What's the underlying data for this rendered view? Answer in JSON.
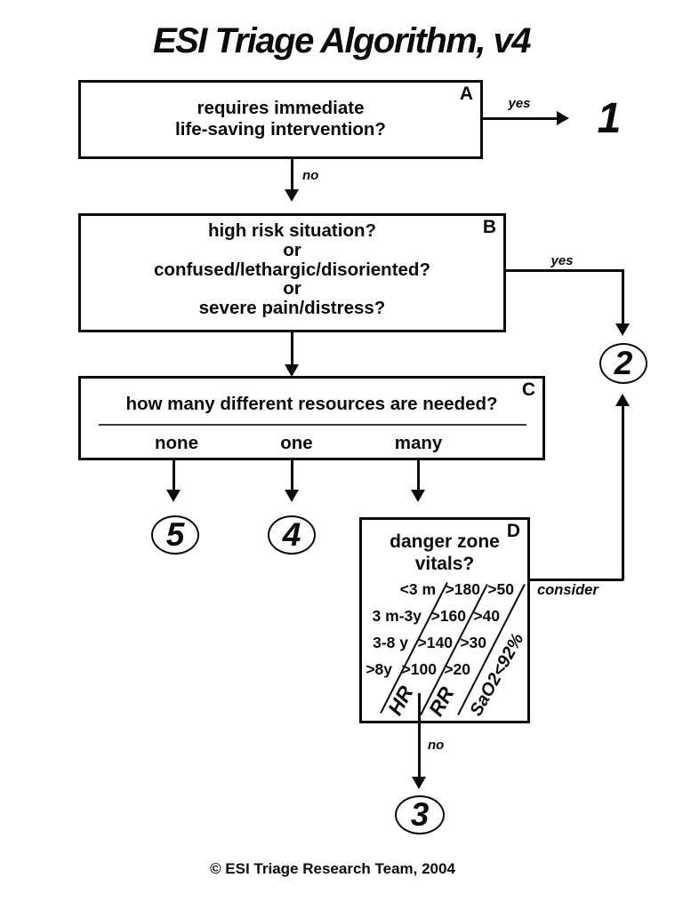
{
  "title": "ESI Triage Algorithm, v4",
  "nodes": {
    "a": {
      "corner": "A",
      "line1": "requires immediate",
      "line2": "life-saving intervention?"
    },
    "b": {
      "corner": "B",
      "line1": "high risk situation?",
      "line2": "or",
      "line3": "confused/lethargic/disoriented?",
      "line4": "or",
      "line5": "severe pain/distress?"
    },
    "c": {
      "corner": "C",
      "question": "how many different resources are needed?",
      "opt_none": "none",
      "opt_one": "one",
      "opt_many": "many"
    },
    "d": {
      "corner": "D",
      "line1": "danger zone",
      "line2": "vitals?",
      "table": {
        "rows": [
          {
            "age": "<3 m",
            "hr": ">180",
            "rr": ">50"
          },
          {
            "age": "3 m-3y",
            "hr": ">160",
            "rr": ">40"
          },
          {
            "age": "3-8 y",
            "hr": ">140",
            "rr": ">30"
          },
          {
            "age": ">8y",
            "hr": ">100",
            "rr": ">20"
          }
        ],
        "col1": "HR",
        "col2": "RR",
        "col3": "SaO2<92%"
      }
    }
  },
  "labels": {
    "yes_a": "yes",
    "no_a": "no",
    "yes_b": "yes",
    "consider": "consider",
    "no_d": "no"
  },
  "levels": {
    "l1": "1",
    "l2": "2",
    "l3": "3",
    "l4": "4",
    "l5": "5"
  },
  "footer": "© ESI Triage Research Team, 2004",
  "colors": {
    "ink": "#0b0b0b",
    "background": "#ffffff"
  }
}
